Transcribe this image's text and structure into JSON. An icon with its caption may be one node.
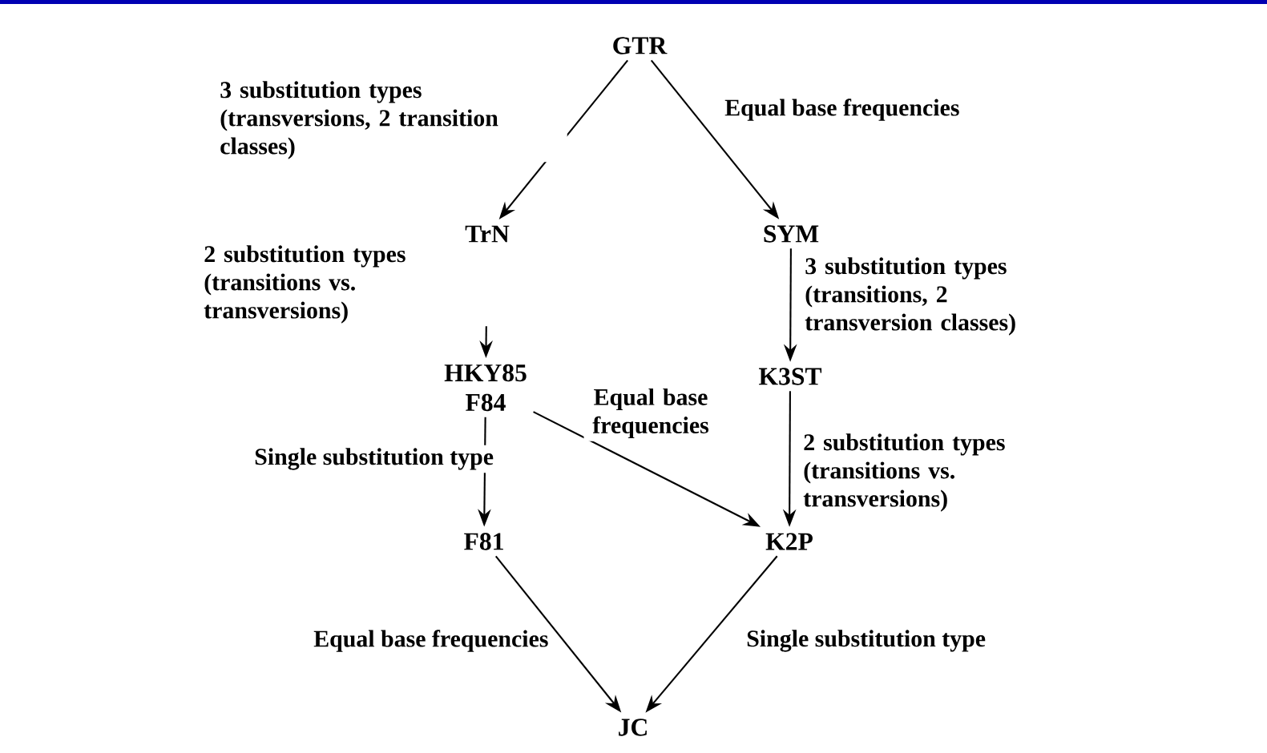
{
  "diagram": {
    "nodes": [
      {
        "text": [
          "GTR"
        ]
      },
      {
        "text": [
          "TrN"
        ]
      },
      {
        "text": [
          "SYM"
        ]
      },
      {
        "text": [
          "HKY85",
          "F84"
        ]
      },
      {
        "text": [
          "K3ST"
        ]
      },
      {
        "text": [
          "F81"
        ]
      },
      {
        "text": [
          "K2P"
        ]
      },
      {
        "text": [
          "JC"
        ]
      }
    ],
    "edges": [
      {
        "from": 0,
        "to": 1,
        "arrow": "to",
        "label": "3 substitution types (transversions, 2 transition classes)"
      },
      {
        "from": 0,
        "to": 2,
        "arrow": "to",
        "label": "Equal base frequencies"
      },
      {
        "from": 1,
        "to": 3,
        "arrow": "to",
        "label": "2 substitution types (transitions vs. transversions)"
      },
      {
        "from": 2,
        "to": 4,
        "arrow": "to",
        "label": "3 substitution types (transitions, 2 transversion classes)"
      },
      {
        "from": 3,
        "to": 5,
        "arrow": "to",
        "label": "Single substitution type"
      },
      {
        "from": 3,
        "to": 6,
        "arrow": "to",
        "label": "Equal base frequencies"
      },
      {
        "from": 4,
        "to": 6,
        "arrow": "to",
        "label": "2 substitution types (transitions vs. transversions)"
      },
      {
        "from": 5,
        "to": 7,
        "arrow": "to",
        "label": "Equal base frequencies"
      },
      {
        "from": 6,
        "to": 7,
        "arrow": "to",
        "label": "Single substitution type"
      }
    ]
  }
}
